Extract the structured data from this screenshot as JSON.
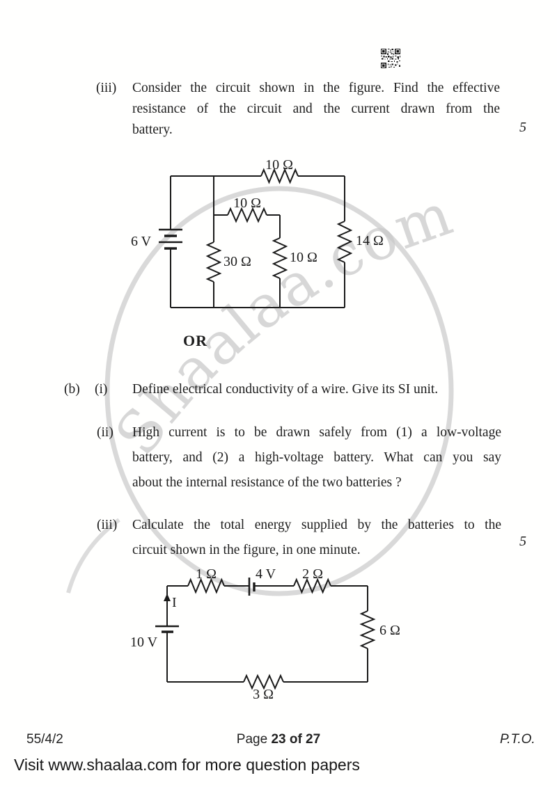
{
  "watermark": {
    "text": "Shaalaa.com"
  },
  "q3a": {
    "label": "(iii)",
    "lines": [
      "Consider the circuit shown in the figure. Find the effective",
      "resistance of the circuit and the current drawn from the",
      "battery."
    ],
    "marks": "5"
  },
  "or_divider": "OR",
  "part_b": {
    "label": "(b)"
  },
  "q1": {
    "label": "(i)",
    "text": "Define electrical conductivity of a wire. Give its SI unit."
  },
  "q2": {
    "label": "(ii)",
    "lines": [
      "High current is to be drawn safely from (1) a low-voltage",
      "battery, and (2) a high-voltage battery. What can you say",
      "about the internal resistance of the two batteries ?"
    ]
  },
  "q3b": {
    "label": "(iii)",
    "lines": [
      "Calculate the total energy supplied by the batteries to the",
      "circuit shown in the figure, in one minute."
    ],
    "marks": "5"
  },
  "circuit1": {
    "battery": "6 V",
    "r_top": "10 Ω",
    "r_mid": "10 Ω",
    "r_left": "30 Ω",
    "r_inner": "10 Ω",
    "r_right": "14 Ω"
  },
  "circuit2": {
    "battery_left": "10 V",
    "battery_top": "4 V",
    "current_label": "I",
    "r_top_left": "1 Ω",
    "r_top_right": "2 Ω",
    "r_right": "6 Ω",
    "r_bottom": "3 Ω"
  },
  "footer": {
    "paper_code": "55/4/2",
    "page_label": "Page ",
    "page_info": "23 of 27",
    "pto": "P.T.O."
  },
  "promo": {
    "text": "Visit www.shaalaa.com for more question papers"
  }
}
